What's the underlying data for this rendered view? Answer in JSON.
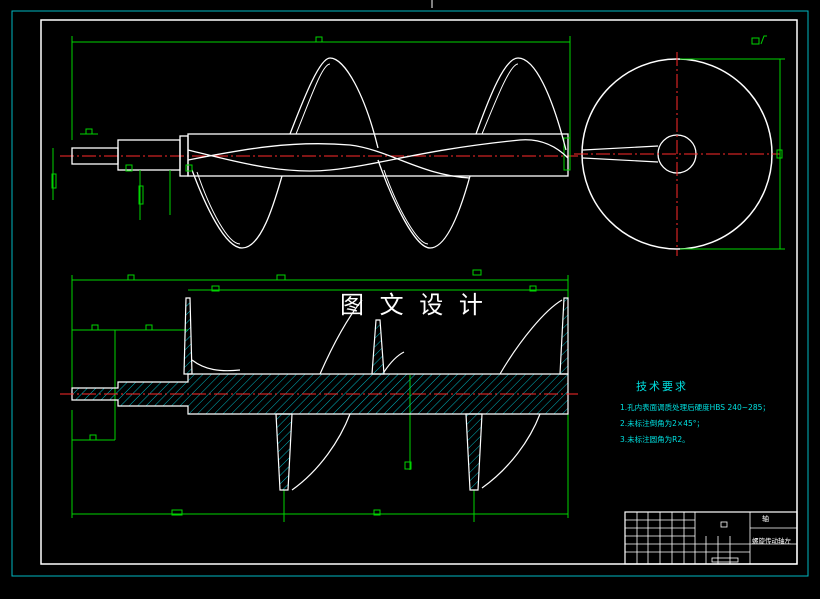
{
  "watermark": "图 文 设 计",
  "technical_requirements": {
    "title": "技术要求",
    "items": [
      "1.孔内表面调质处理后硬度HBS 240~285；",
      "2.未标注倒角为2×45°；",
      "3.未标注圆角为R2。"
    ]
  },
  "title_block": {
    "drawing_name": "螺旋传动轴左",
    "label_top": "轴"
  },
  "colors": {
    "background": "#000000",
    "frame": "#ffffff",
    "dimension": "#00d400",
    "centerline": "#ff2a2a",
    "hatch": "#00b7c2",
    "notes": "#00e0e0",
    "outline": "#ffffff"
  }
}
